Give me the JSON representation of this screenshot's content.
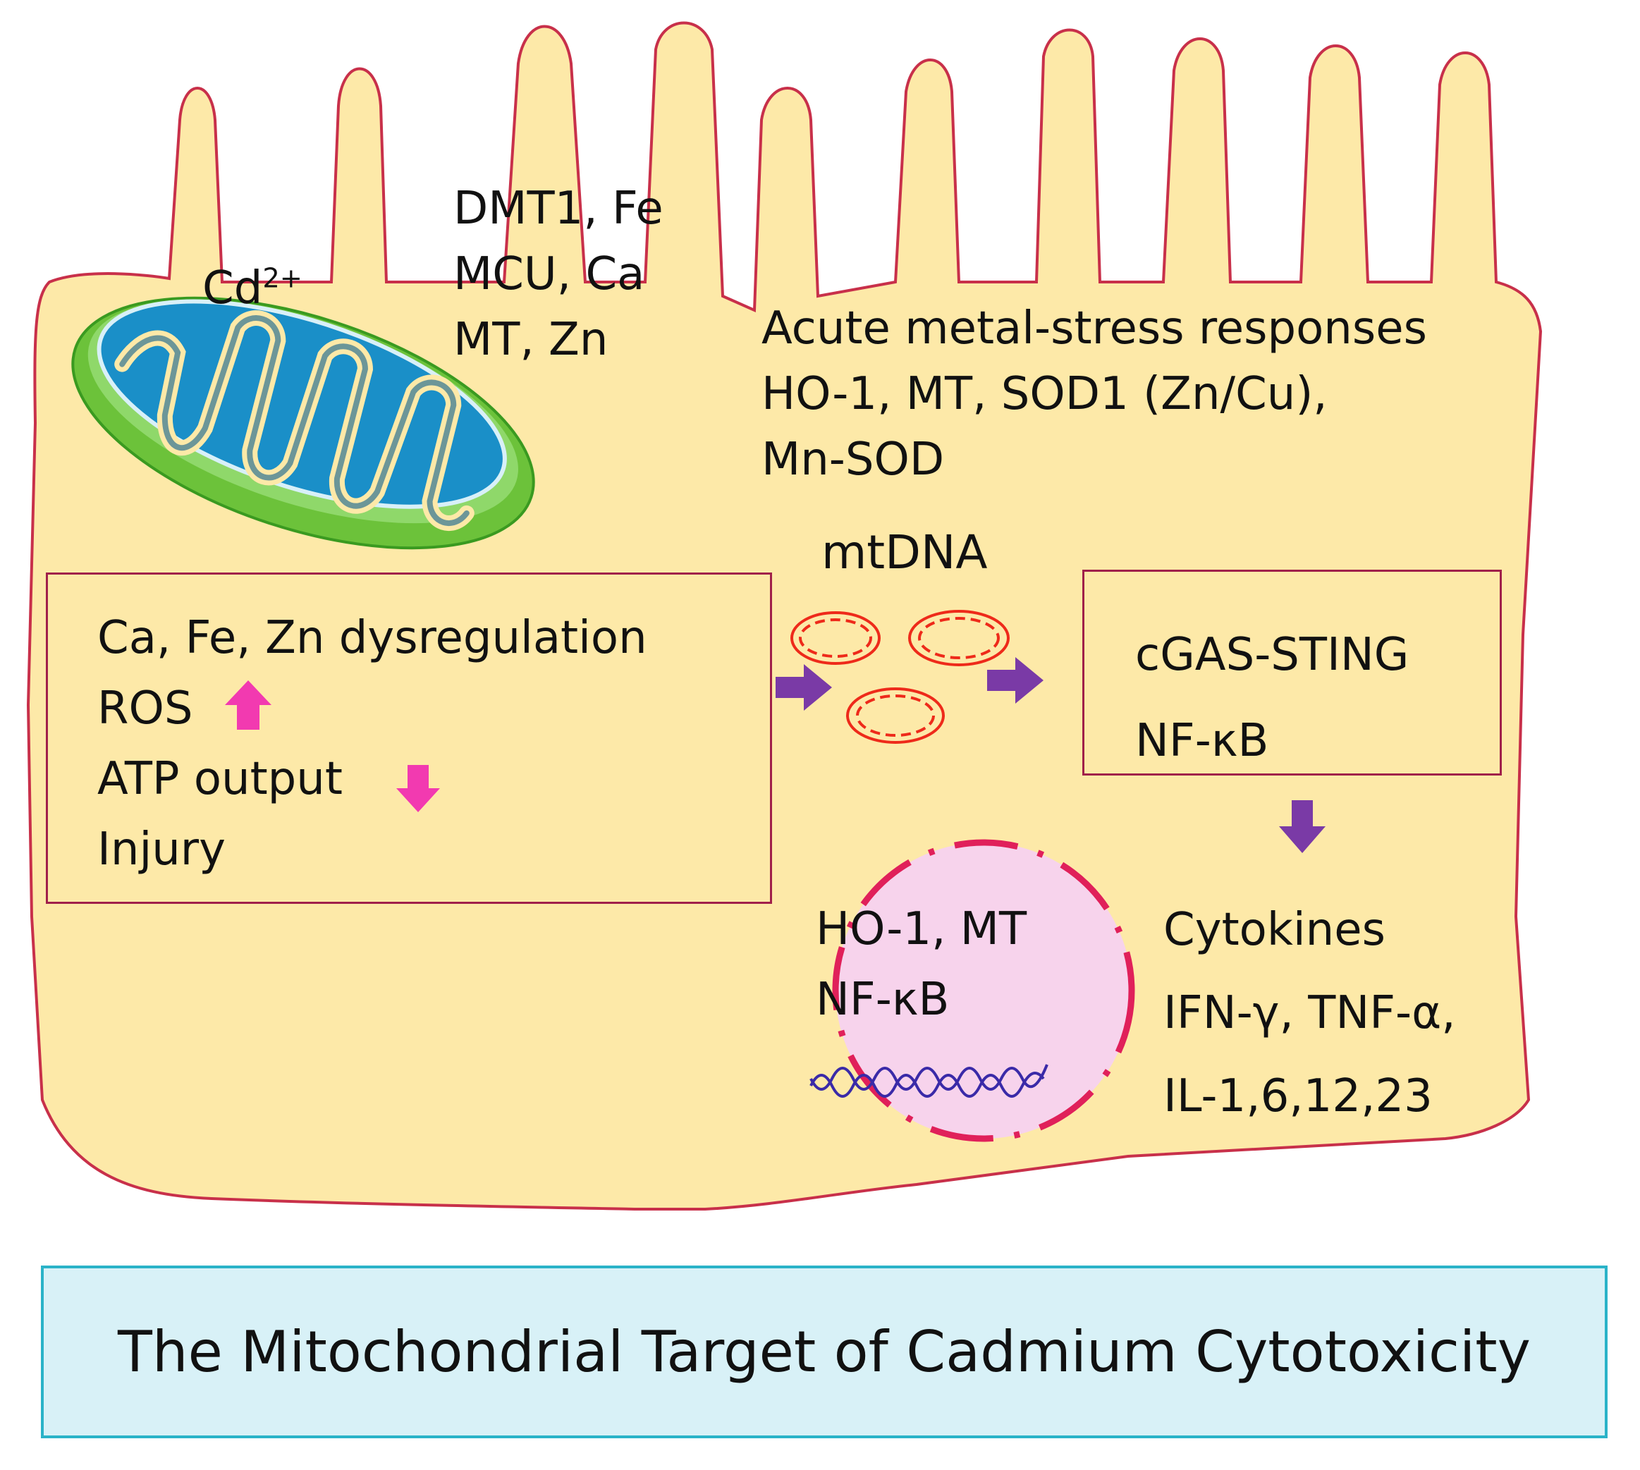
{
  "transport": {
    "ion_base": "Cd",
    "ion_charge": "2+",
    "lines": [
      "DMT1, Fe",
      "MCU, Ca",
      "MT, Zn"
    ]
  },
  "acute_responses": {
    "heading": "Acute metal-stress responses",
    "line1": "HO-1, MT, SOD1 (Zn/Cu),",
    "line2": "Mn-SOD"
  },
  "mtdna_label": "mtDNA",
  "dysregulation_box": {
    "line1": "Ca, Fe, Zn dysregulation",
    "ros": "ROS",
    "atp": "ATP output",
    "injury": "Injury"
  },
  "sensing_box": {
    "line1": "cGAS-STING",
    "line2": "NF-κB"
  },
  "nucleus": {
    "line1": "HO-1, MT",
    "line2": "NF-κB"
  },
  "cytokines": {
    "heading": "Cytokines",
    "line1": "IFN-γ, TNF-α,",
    "line2": "IL-1,6,12,23"
  },
  "title": "The Mitochondrial Target of Cadmium Cytotoxicity",
  "colors": {
    "cell_fill": "#fde9a8",
    "cell_stroke": "#c8304a",
    "mito_matrix": "#1a8fc8",
    "mito_outer": "#6cc23a",
    "box_border": "#a0204a",
    "nucleus_fill": "#f7d3ec",
    "nucleus_stroke": "#e0205a",
    "mtdna": "#ee2a1a",
    "arrow_purple": "#7a3aa6",
    "arrow_pink": "#f23ab0",
    "dna_helix": "#3a2aa8",
    "title_fill": "#d8f1f7",
    "title_border": "#2ab3c8"
  }
}
